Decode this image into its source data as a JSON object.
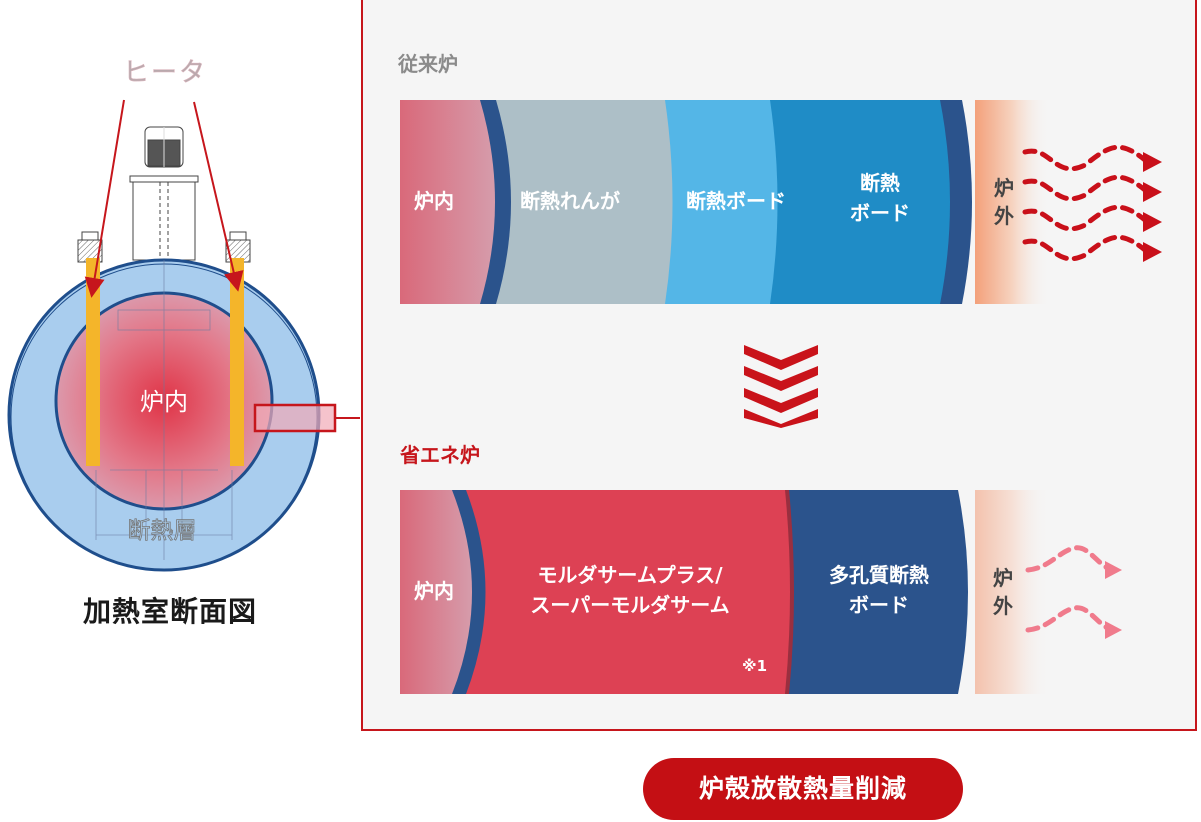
{
  "cross_section": {
    "heater_label": "ヒータ",
    "furnace_interior_label": "炉内",
    "insulation_layer_label": "断熱層",
    "title": "加熱室断面図",
    "colors": {
      "insulation": "#a9cdee",
      "shell_outline": "#1f4e8c",
      "interior_core": "#e03a50",
      "heater": "#f4b52a",
      "pointer": "#c6161c"
    }
  },
  "conventional": {
    "title": "従来炉",
    "layers": [
      {
        "label": "炉内",
        "color": "#d67383"
      },
      {
        "label": "",
        "color": "#2b538c"
      },
      {
        "label": "断熱れんが",
        "color": "#adbfc7"
      },
      {
        "label": "断熱ボード",
        "color": "#54b6e7"
      },
      {
        "label_line1": "断熱",
        "label_line2": "ボード",
        "color": "#1f8cc6"
      },
      {
        "label": "",
        "color": "#2b538c"
      }
    ],
    "outside_label_1": "炉",
    "outside_label_2": "外",
    "heat_arrows": 4,
    "arrow_color": "#c9101a"
  },
  "reduction_arrow": {
    "chevrons": 4,
    "color": "#c9131a"
  },
  "energy_saving": {
    "title": "省エネ炉",
    "layers": [
      {
        "label": "炉内",
        "color": "#d67383"
      },
      {
        "label": "",
        "color": "#2b538c"
      },
      {
        "label_line1": "モルダサームプラス/",
        "label_line2": "スーパーモルダサーム",
        "note": "※1",
        "color": "#dd4154"
      },
      {
        "label_line1": "多孔質断熱",
        "label_line2": "ボード",
        "color": "#9a2f3f"
      },
      {
        "label": "",
        "color": "#2b538c"
      }
    ],
    "outside_label_1": "炉",
    "outside_label_2": "外",
    "heat_arrows": 2,
    "arrow_color": "#f07b8c"
  },
  "result_badge": {
    "label": "炉殻放散熱量削減",
    "color": "#c40f14"
  }
}
